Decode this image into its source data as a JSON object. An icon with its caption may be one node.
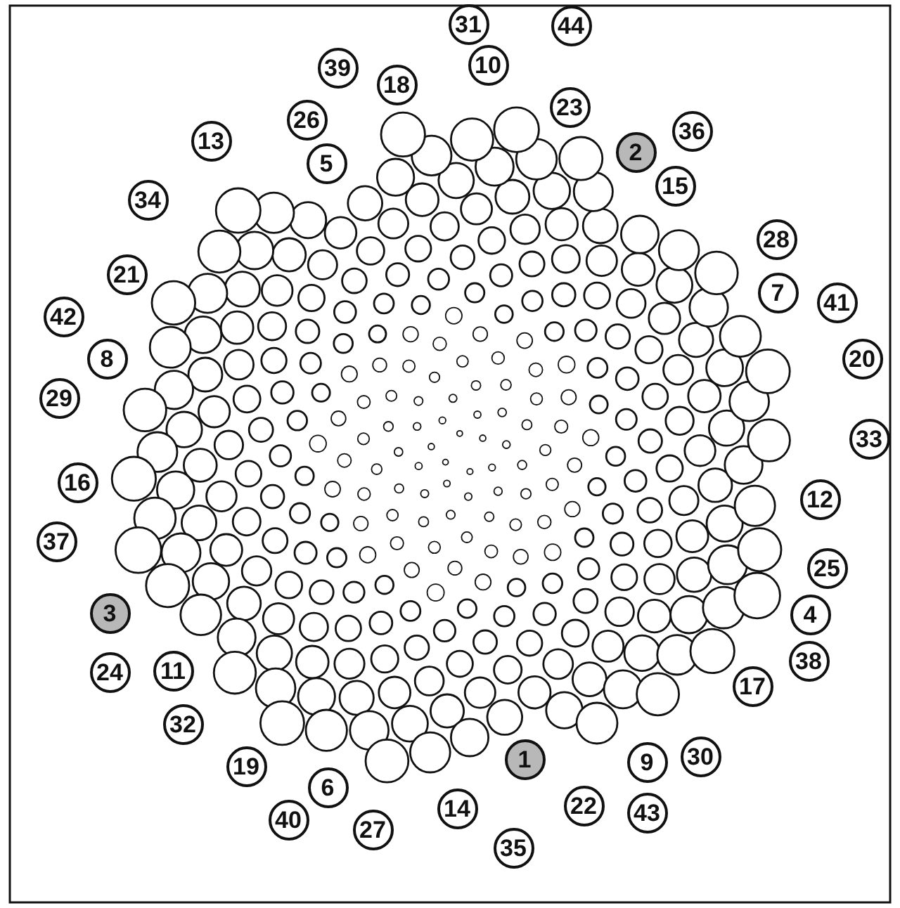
{
  "diagram": {
    "nodes": [
      {
        "text": [
          "1"
        ]
      },
      {
        "text": [
          "2"
        ]
      },
      {
        "text": [
          "3"
        ]
      },
      {
        "text": [
          "4"
        ]
      },
      {
        "text": [
          "5"
        ]
      },
      {
        "text": [
          "6"
        ]
      },
      {
        "text": [
          "7"
        ]
      },
      {
        "text": [
          "8"
        ]
      },
      {
        "text": [
          "9"
        ]
      },
      {
        "text": [
          "10"
        ]
      },
      {
        "text": [
          "11"
        ]
      },
      {
        "text": [
          "12"
        ]
      },
      {
        "text": [
          "13"
        ]
      },
      {
        "text": [
          "14"
        ]
      },
      {
        "text": [
          "15"
        ]
      },
      {
        "text": [
          "16"
        ]
      },
      {
        "text": [
          "17"
        ]
      },
      {
        "text": [
          "18"
        ]
      },
      {
        "text": [
          "19"
        ]
      },
      {
        "text": [
          "20"
        ]
      },
      {
        "text": [
          "21"
        ]
      },
      {
        "text": [
          "22"
        ]
      },
      {
        "text": [
          "23"
        ]
      },
      {
        "text": [
          "24"
        ]
      },
      {
        "text": [
          "25"
        ]
      },
      {
        "text": [
          "26"
        ]
      },
      {
        "text": [
          "27"
        ]
      },
      {
        "text": [
          "28"
        ]
      },
      {
        "text": [
          "29"
        ]
      },
      {
        "text": [
          "30"
        ]
      },
      {
        "text": [
          "31"
        ]
      },
      {
        "text": [
          "32"
        ]
      },
      {
        "text": [
          "33"
        ]
      },
      {
        "text": [
          "34"
        ]
      },
      {
        "text": [
          "35"
        ]
      },
      {
        "text": [
          "36"
        ]
      },
      {
        "text": [
          "37"
        ]
      },
      {
        "text": [
          "38"
        ]
      },
      {
        "text": [
          "39"
        ]
      },
      {
        "text": [
          "40"
        ]
      },
      {
        "text": [
          "41"
        ]
      },
      {
        "text": [
          "42"
        ]
      },
      {
        "text": [
          "43"
        ]
      },
      {
        "text": [
          "44"
        ]
      }
    ]
  }
}
